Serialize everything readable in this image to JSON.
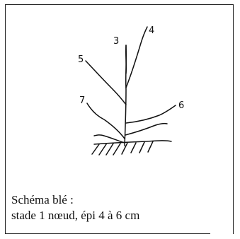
{
  "diagram": {
    "leaf_labels": {
      "leaf_3": "3",
      "leaf_4": "4",
      "leaf_5": "5",
      "leaf_6": "6",
      "leaf_7": "7"
    }
  },
  "caption": {
    "line1": "Schéma blé :",
    "line2": "stade 1 nœud, épi 4 à 6 cm"
  }
}
